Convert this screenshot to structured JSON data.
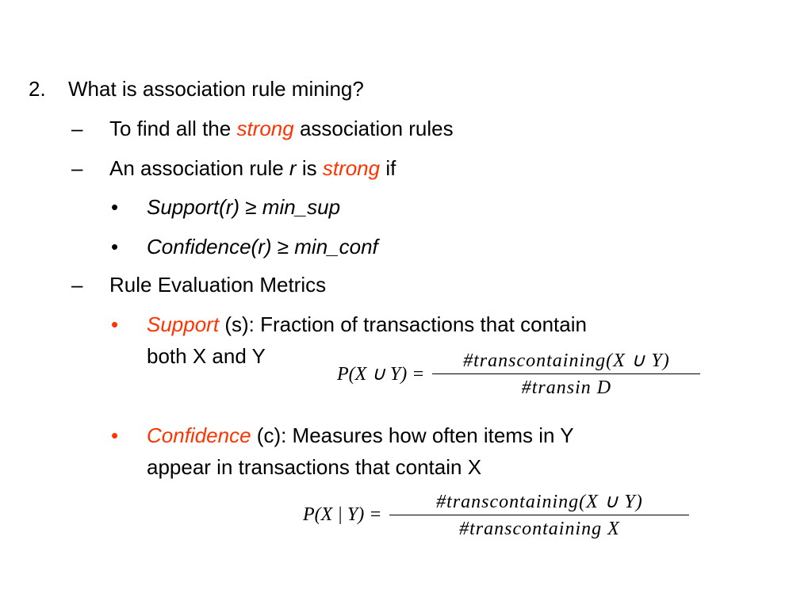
{
  "items": {
    "q_num": "2.",
    "q_text": "What is association rule mining?",
    "dash": "–",
    "bullet": "•",
    "l1_a": "To find all the",
    "l1_b": "strong",
    "l1_c": "association rules",
    "l2_a": "An association rule",
    "l2_b": "r",
    "l2_c": "is",
    "l2_d": "strong",
    "l2_e": "if",
    "b1_a": "Support(r)",
    "b1_b": "≥",
    "b1_c": "min_sup",
    "b2_a": "Confidence(r)",
    "b2_b": "≥",
    "b2_c": "min_conf",
    "l3": "Rule Evaluation Metrics",
    "s_term": "Support",
    "s_rest1": "(s): Fraction of transactions that contain",
    "s_rest2": "both X and Y",
    "c_term": "Confidence",
    "c_rest1": "(c): Measures how often items in Y",
    "c_rest2": "appear in transactions that contain X"
  },
  "formulas": {
    "support_lhs": "P(X ∪ Y) =",
    "support_num": "#transcontaining(X ∪ Y)",
    "support_den": "#transin D",
    "confidence_lhs": "P(X | Y) =",
    "confidence_num": "#transcontaining(X ∪ Y)",
    "confidence_den": "#transcontaining X"
  },
  "colors": {
    "emphasis": "#ff3300",
    "text": "#000000"
  }
}
